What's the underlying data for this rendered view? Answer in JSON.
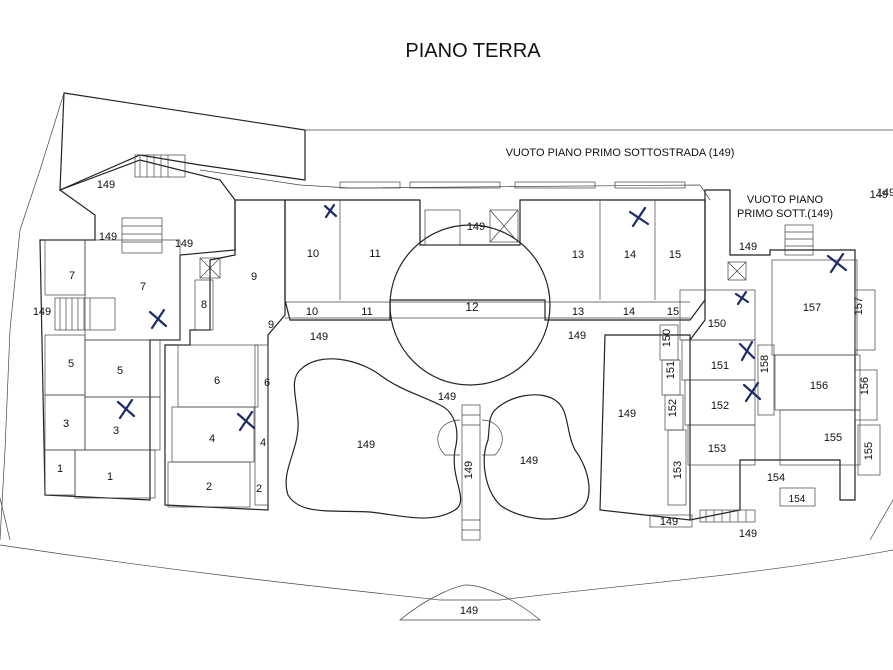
{
  "title": "PIANO TERRA",
  "notes": {
    "void_primo_sottostrada": "VUOTO PIANO PRIMO SOTTOSTRADA (149)",
    "void_primo_sott_line1": "VUOTO PIANO",
    "void_primo_sott_line2": "PRIMO SOTT.(149)"
  },
  "colors": {
    "lines": "#222222",
    "markers": "#1f2a6b",
    "background": "#ffffff"
  },
  "units": [
    {
      "id": "u149-tl",
      "text": "149"
    },
    {
      "id": "u149-l1",
      "text": "149"
    },
    {
      "id": "u149-l2",
      "text": "149"
    },
    {
      "id": "u149-l3",
      "text": "149"
    },
    {
      "id": "u149-rc",
      "text": "149"
    },
    {
      "id": "u149-edge",
      "text": "149"
    },
    {
      "id": "u7a",
      "text": "7"
    },
    {
      "id": "u7b",
      "text": "7"
    },
    {
      "id": "u5a",
      "text": "5"
    },
    {
      "id": "u5b",
      "text": "5"
    },
    {
      "id": "u3a",
      "text": "3"
    },
    {
      "id": "u3b",
      "text": "3"
    },
    {
      "id": "u1a",
      "text": "1"
    },
    {
      "id": "u1b",
      "text": "1"
    },
    {
      "id": "u8",
      "text": "8"
    },
    {
      "id": "u9a",
      "text": "9"
    },
    {
      "id": "u9b",
      "text": "9"
    },
    {
      "id": "u6a",
      "text": "6"
    },
    {
      "id": "u6b",
      "text": "6"
    },
    {
      "id": "u4a",
      "text": "4"
    },
    {
      "id": "u4b",
      "text": "4"
    },
    {
      "id": "u2a",
      "text": "2"
    },
    {
      "id": "u2b",
      "text": "2"
    },
    {
      "id": "u10a",
      "text": "10"
    },
    {
      "id": "u10b",
      "text": "10"
    },
    {
      "id": "u11a",
      "text": "11"
    },
    {
      "id": "u11b",
      "text": "11"
    },
    {
      "id": "u149-top",
      "text": "149"
    },
    {
      "id": "u12",
      "text": "12"
    },
    {
      "id": "u13a",
      "text": "13"
    },
    {
      "id": "u13b",
      "text": "13"
    },
    {
      "id": "u14a",
      "text": "14"
    },
    {
      "id": "u14b",
      "text": "14"
    },
    {
      "id": "u15a",
      "text": "15"
    },
    {
      "id": "u15b",
      "text": "15"
    },
    {
      "id": "u149-w",
      "text": "149"
    },
    {
      "id": "u149-e",
      "text": "149"
    },
    {
      "id": "u149-court",
      "text": "149"
    },
    {
      "id": "u149-poolL",
      "text": "149"
    },
    {
      "id": "u149-poolR",
      "text": "149"
    },
    {
      "id": "u149-bridge",
      "text": "149"
    },
    {
      "id": "u149-mid",
      "text": "149"
    },
    {
      "id": "u150a",
      "text": "150"
    },
    {
      "id": "u150b",
      "text": "150"
    },
    {
      "id": "u151a",
      "text": "151"
    },
    {
      "id": "u151b",
      "text": "151"
    },
    {
      "id": "u152a",
      "text": "152"
    },
    {
      "id": "u152b",
      "text": "152"
    },
    {
      "id": "u153a",
      "text": "153"
    },
    {
      "id": "u153b",
      "text": "153"
    },
    {
      "id": "u157a",
      "text": "157"
    },
    {
      "id": "u157b",
      "text": "157"
    },
    {
      "id": "u158",
      "text": "158"
    },
    {
      "id": "u156a",
      "text": "156"
    },
    {
      "id": "u156b",
      "text": "156"
    },
    {
      "id": "u155a",
      "text": "155"
    },
    {
      "id": "u155b",
      "text": "155"
    },
    {
      "id": "u154a",
      "text": "154"
    },
    {
      "id": "u154b",
      "text": "154"
    },
    {
      "id": "u149-br1",
      "text": "149"
    },
    {
      "id": "u149-br2",
      "text": "149"
    },
    {
      "id": "u149-bottom",
      "text": "149"
    },
    {
      "id": "u149-right",
      "text": "149"
    }
  ]
}
